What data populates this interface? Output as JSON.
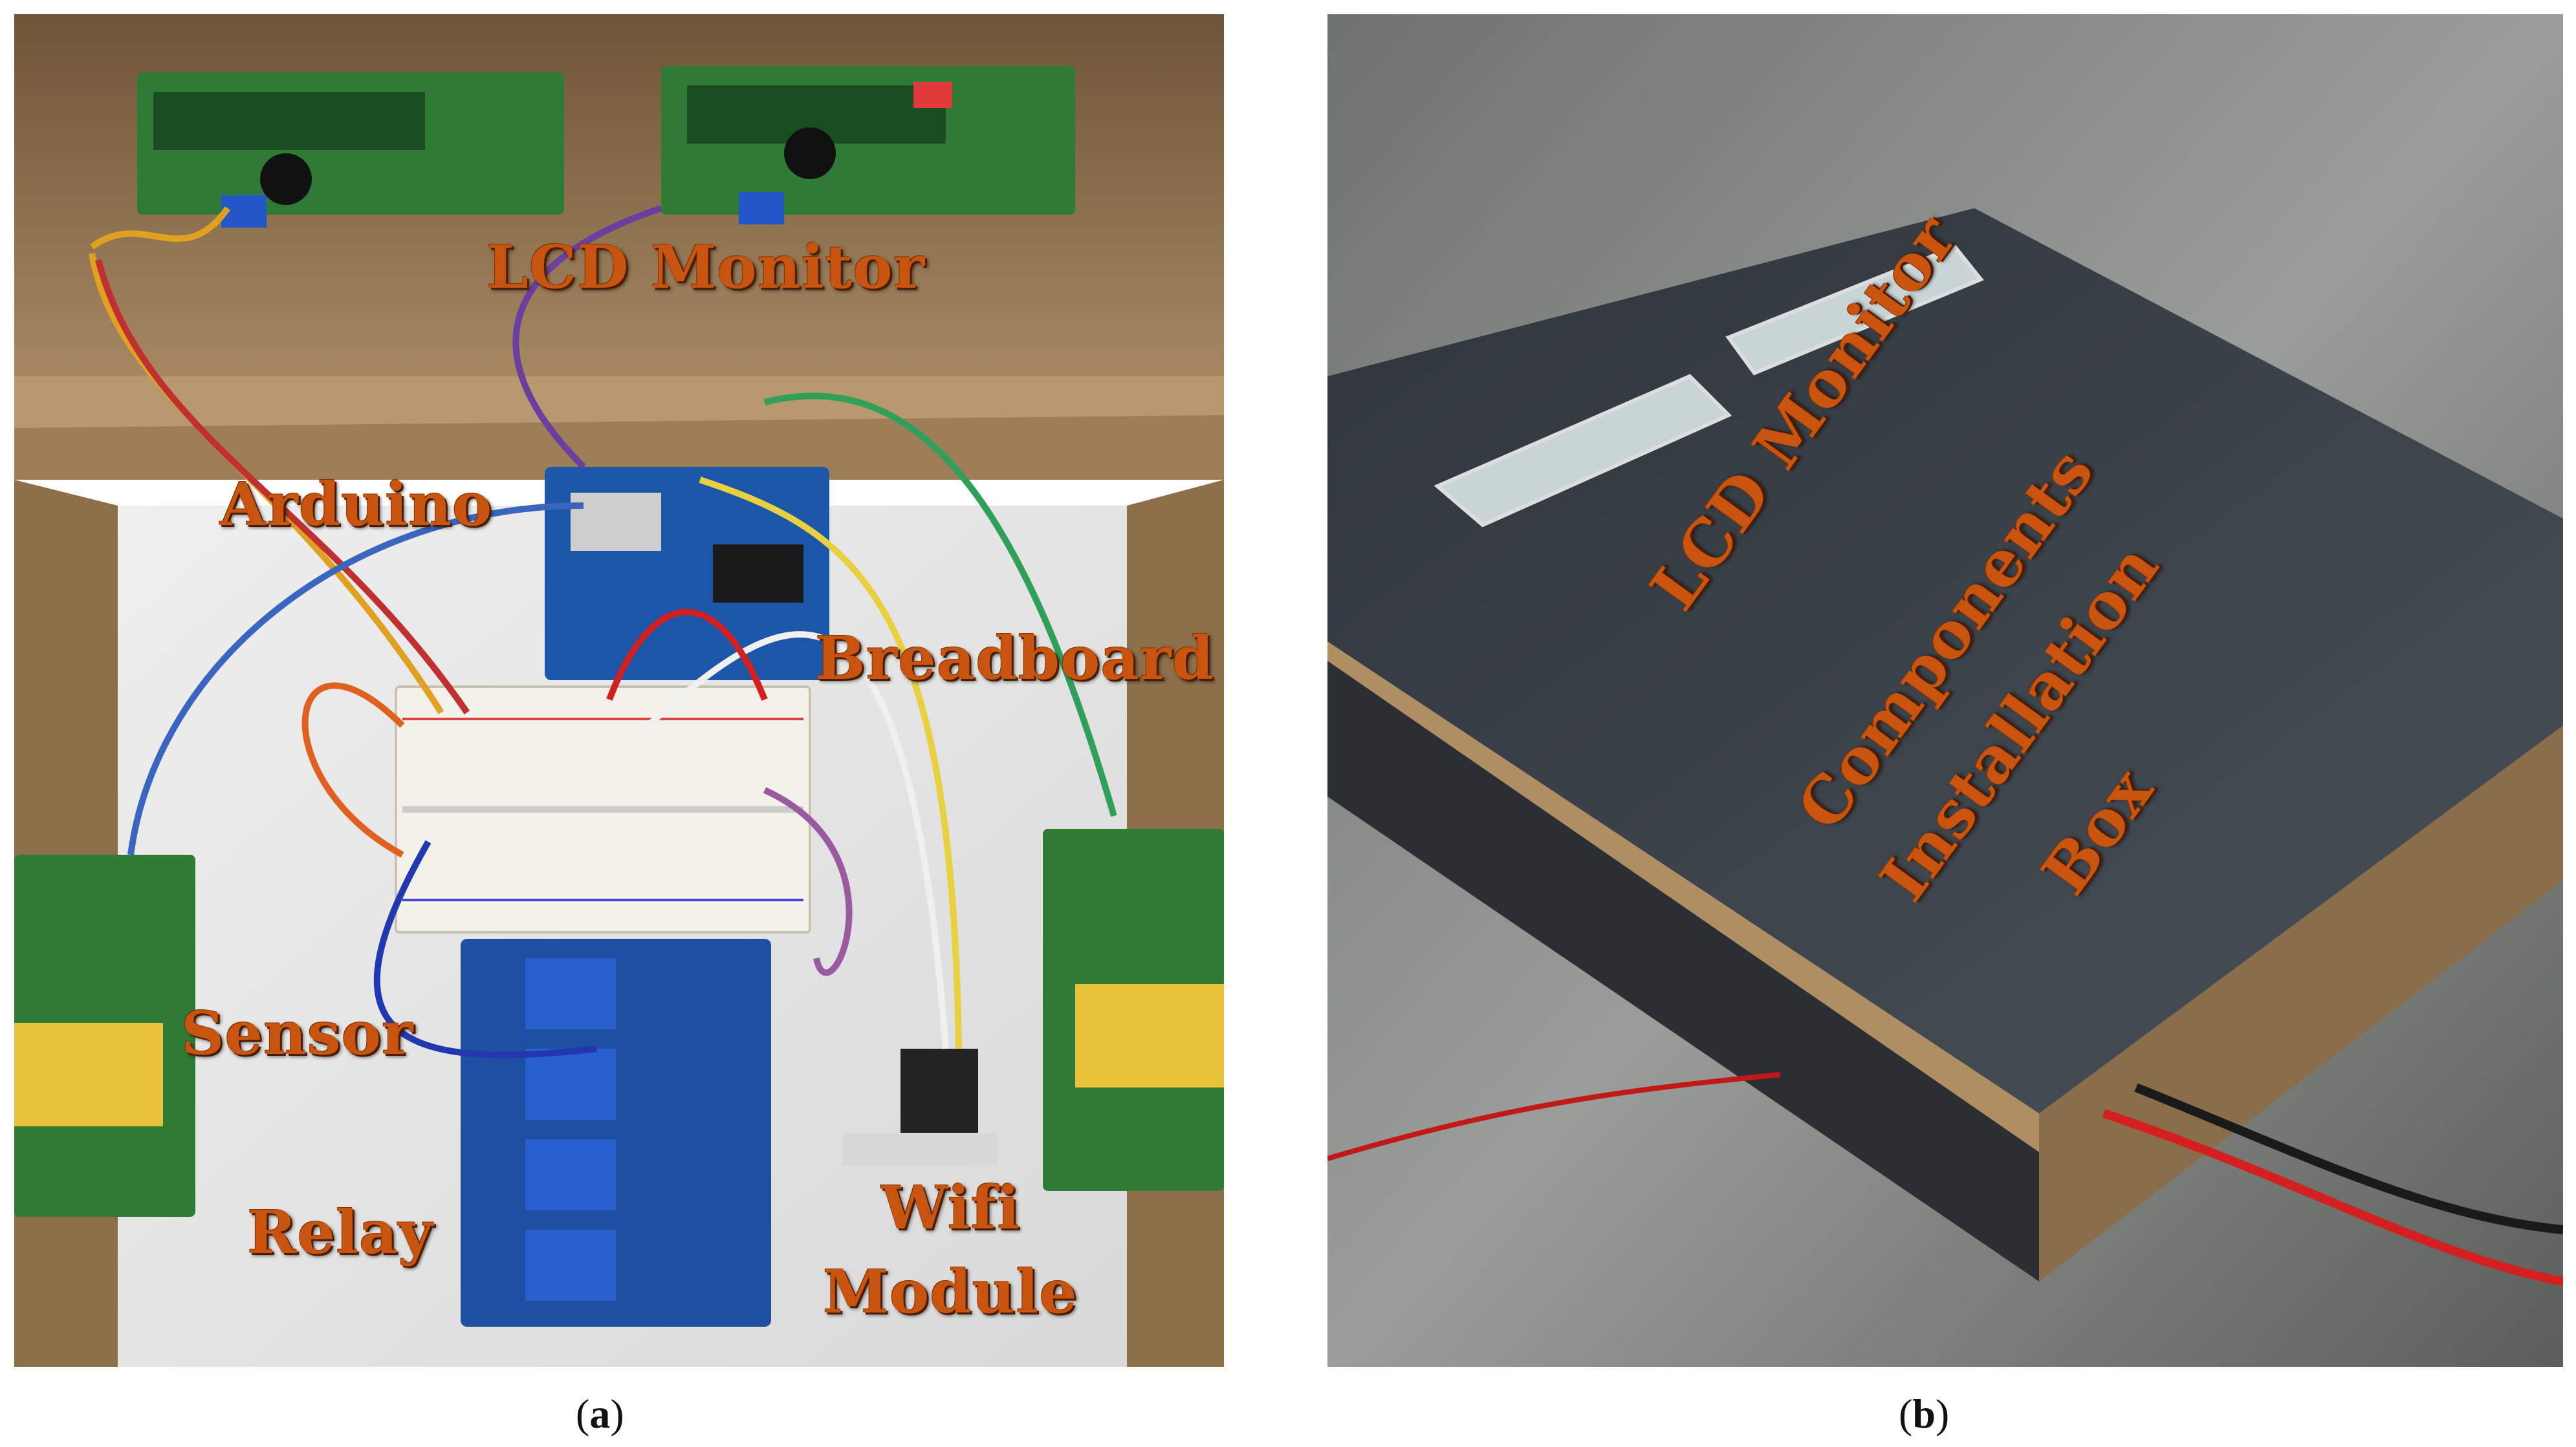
{
  "panel_a": {
    "labels": {
      "lcd_monitor": "LCD Monitor",
      "arduino": "Arduino",
      "breadboard": "Breadboard",
      "sensor": "Sensor",
      "relay": "Relay",
      "wifi_line1": "Wifi",
      "wifi_line2": "Module"
    },
    "caption_letter": "a"
  },
  "panel_b": {
    "labels": {
      "lcd_monitor": "LCD Monitor",
      "components_line1": "Components",
      "components_line2": "Installation",
      "components_line3": "Box"
    },
    "caption_letter": "b"
  },
  "colors": {
    "label_text": "#c8540f",
    "cardboard": "#a88a66",
    "pcb_green": "#2f7a35",
    "relay_blue": "#1f4fa0",
    "cover_gray": "#3f454c"
  }
}
